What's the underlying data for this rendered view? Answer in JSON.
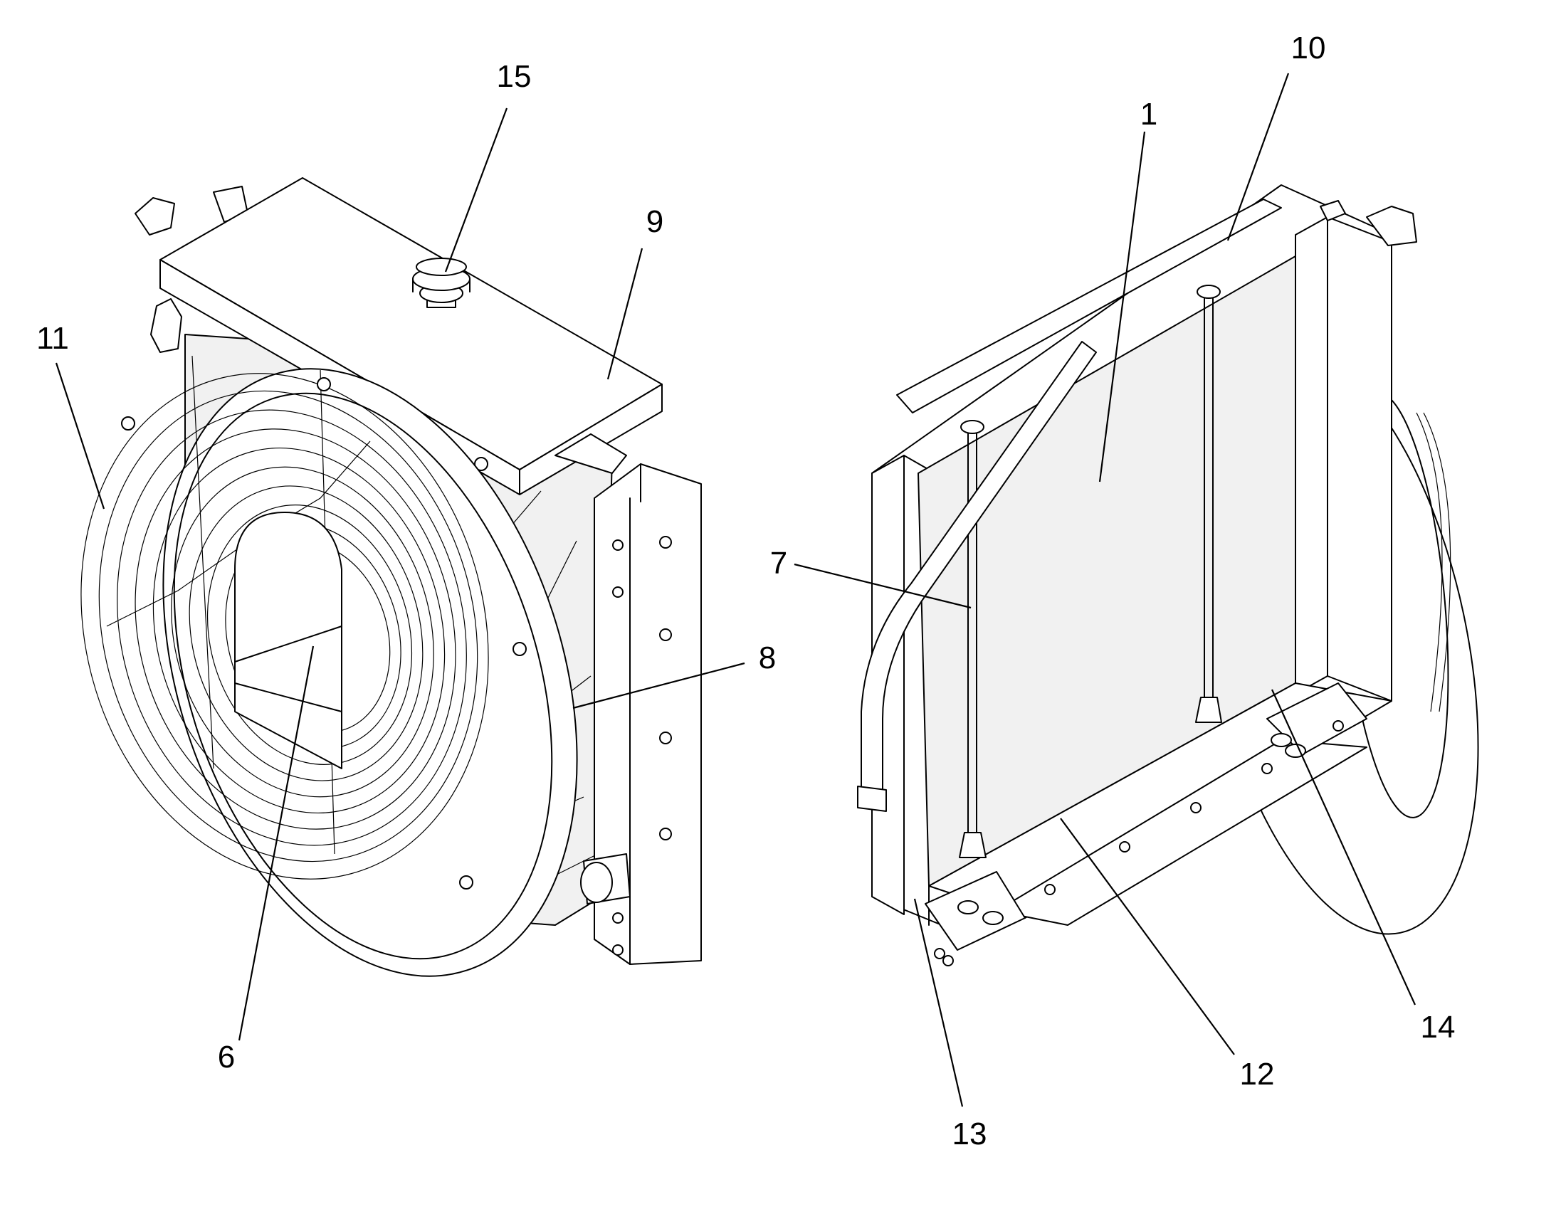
{
  "callouts": {
    "c1": "1",
    "c6": "6",
    "c7": "7",
    "c8": "8",
    "c9": "9",
    "c10": "10",
    "c11": "11",
    "c12": "12",
    "c13": "13",
    "c14": "14",
    "c15": "15"
  }
}
